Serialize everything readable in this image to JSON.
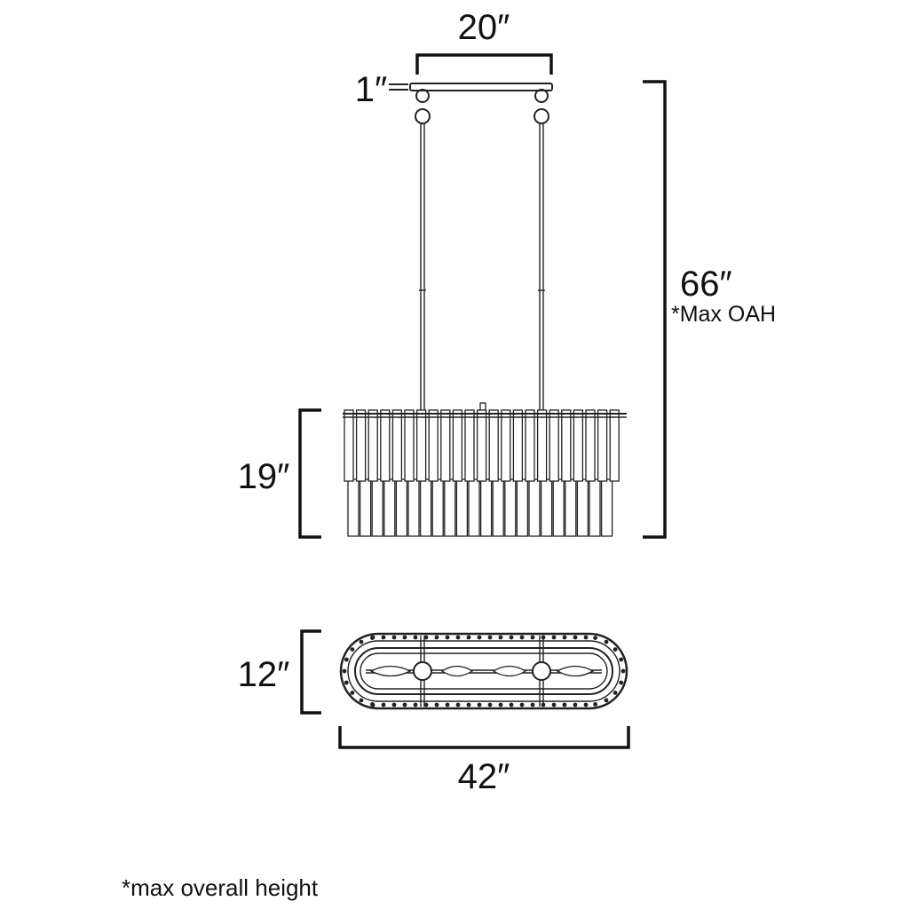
{
  "dimensions": {
    "canopy_width": "20″",
    "canopy_height": "1″",
    "overall_height": "66″",
    "overall_height_note": "*Max OAH",
    "body_height": "19″",
    "depth": "12″",
    "length": "42″"
  },
  "footnote": "*max overall height",
  "colors": {
    "line": "#111111",
    "background": "#ffffff"
  }
}
